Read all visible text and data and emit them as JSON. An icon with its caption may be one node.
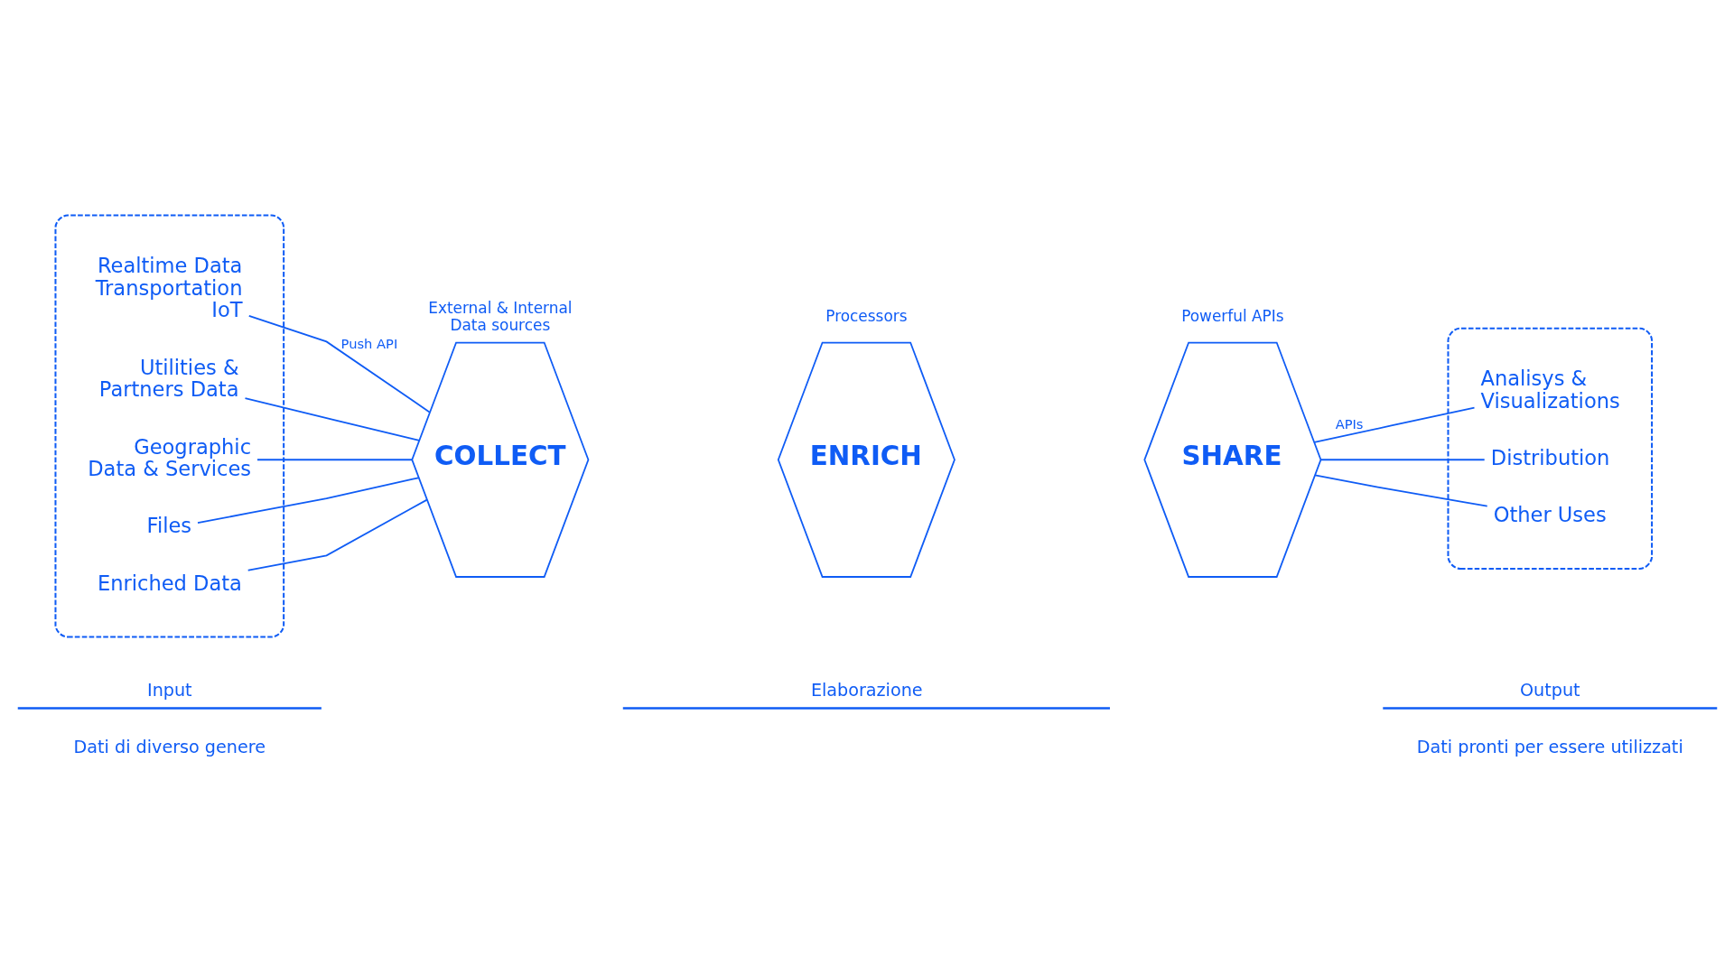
{
  "diagram": {
    "nodes": [
      {
        "text": [],
        "shape": "box"
      },
      {
        "text": [
          "Realtime Data Transportation IoT"
        ],
        "in": 0
      },
      {
        "text": [
          "Utilities & Partners Data"
        ],
        "in": 0
      },
      {
        "text": [
          "Geographic Data & Services"
        ],
        "in": 0
      },
      {
        "text": [
          "Files"
        ],
        "in": 0
      },
      {
        "text": [
          "Enriched Data"
        ],
        "in": 0
      },
      {
        "text": [
          "COLLECT"
        ],
        "beside": [
          "External & Internal Data sources"
        ]
      },
      {
        "text": [
          "ENRICH"
        ],
        "beside": [
          "Processors"
        ]
      },
      {
        "text": [
          "SHARE"
        ],
        "beside": [
          "Powerful APIs"
        ]
      },
      {
        "text": [],
        "shape": "box"
      },
      {
        "text": [
          "Analisys & Visualizations"
        ],
        "in": 9
      },
      {
        "text": [
          "Distribution"
        ],
        "in": 9
      },
      {
        "text": [
          "Other Uses"
        ],
        "in": 9
      }
    ],
    "edges": [
      {
        "from": 1,
        "to": 6,
        "arrow": "none",
        "label": "Push API"
      },
      {
        "from": 2,
        "to": 6,
        "arrow": "none"
      },
      {
        "from": 3,
        "to": 6,
        "arrow": "none"
      },
      {
        "from": 4,
        "to": 6,
        "arrow": "none"
      },
      {
        "from": 5,
        "to": 6,
        "arrow": "none"
      },
      {
        "from": 8,
        "to": 10,
        "arrow": "none",
        "label": "APIs"
      },
      {
        "from": 8,
        "to": 11,
        "arrow": "none"
      },
      {
        "from": 8,
        "to": 12,
        "arrow": "none"
      }
    ],
    "labels": [
      "Input",
      "Elaborazione",
      "Output",
      "Dati di diverso genere",
      "Dati pronti per essere utilizzati"
    ]
  }
}
